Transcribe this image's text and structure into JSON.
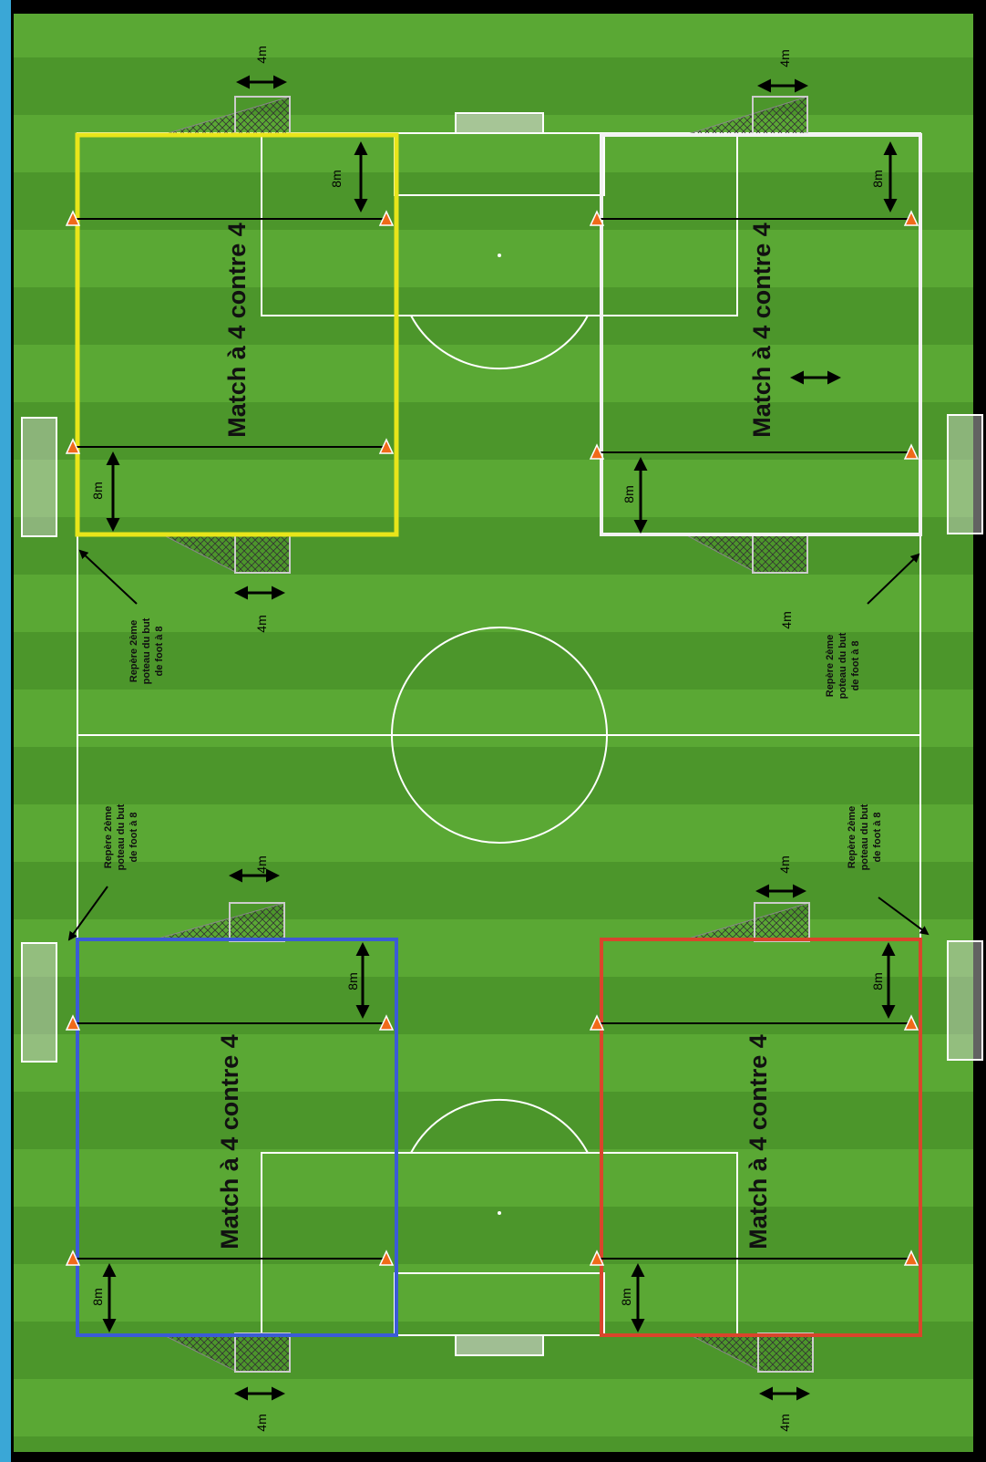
{
  "diagram": {
    "zone_title": "Match à 4 contre 4",
    "dist_8m": "8m",
    "dist_4m": "4m",
    "marker_note": [
      "Repère 2ème",
      "poteau du but",
      "de foot à 8"
    ],
    "zone_colors": {
      "top_left": "#e8e51a",
      "top_right": "#f2f2f2",
      "bottom_left": "#3b5bd6",
      "bottom_right": "#d9452b"
    },
    "grass_colors": [
      "#4f9a2c",
      "#5aa834"
    ],
    "cone_color": "#f06a1a"
  }
}
